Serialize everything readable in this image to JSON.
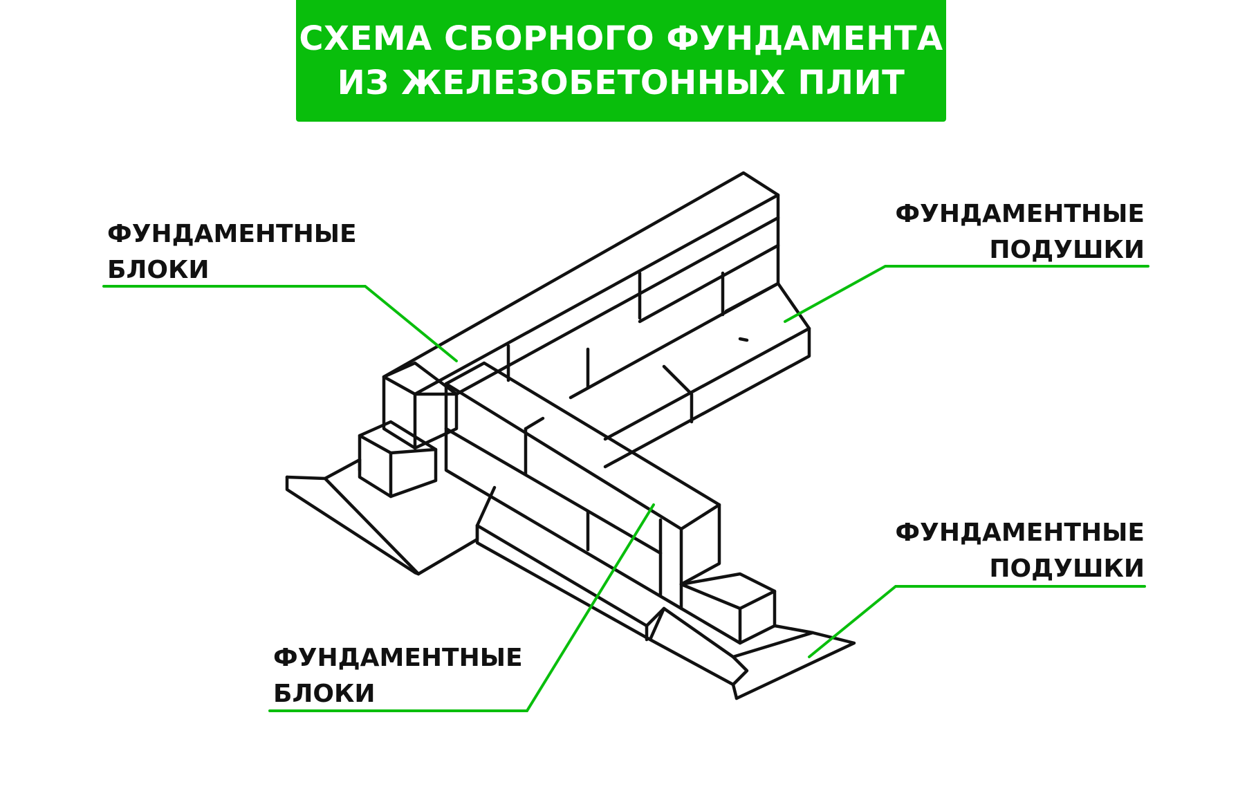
{
  "title": {
    "line1": "СХЕМА СБОРНОГО ФУНДАМЕНТА",
    "line2": "ИЗ ЖЕЛЕЗОБЕТОННЫХ ПЛИТ"
  },
  "labels": {
    "blocks_upper": {
      "line1": "ФУНДАМЕНТНЫЕ",
      "line2": "БЛОКИ"
    },
    "pads_upper": {
      "line1": "ФУНДАМЕНТНЫЕ",
      "line2": "ПОДУШКИ"
    },
    "pads_lower": {
      "line1": "ФУНДАМЕНТНЫЕ",
      "line2": "ПОДУШКИ"
    },
    "blocks_lower": {
      "line1": "ФУНДАМЕНТНЫЕ",
      "line2": "БЛОКИ"
    }
  },
  "colors": {
    "accent": "#09BE0C",
    "outline": "#111111",
    "background": "#FFFFFF"
  }
}
